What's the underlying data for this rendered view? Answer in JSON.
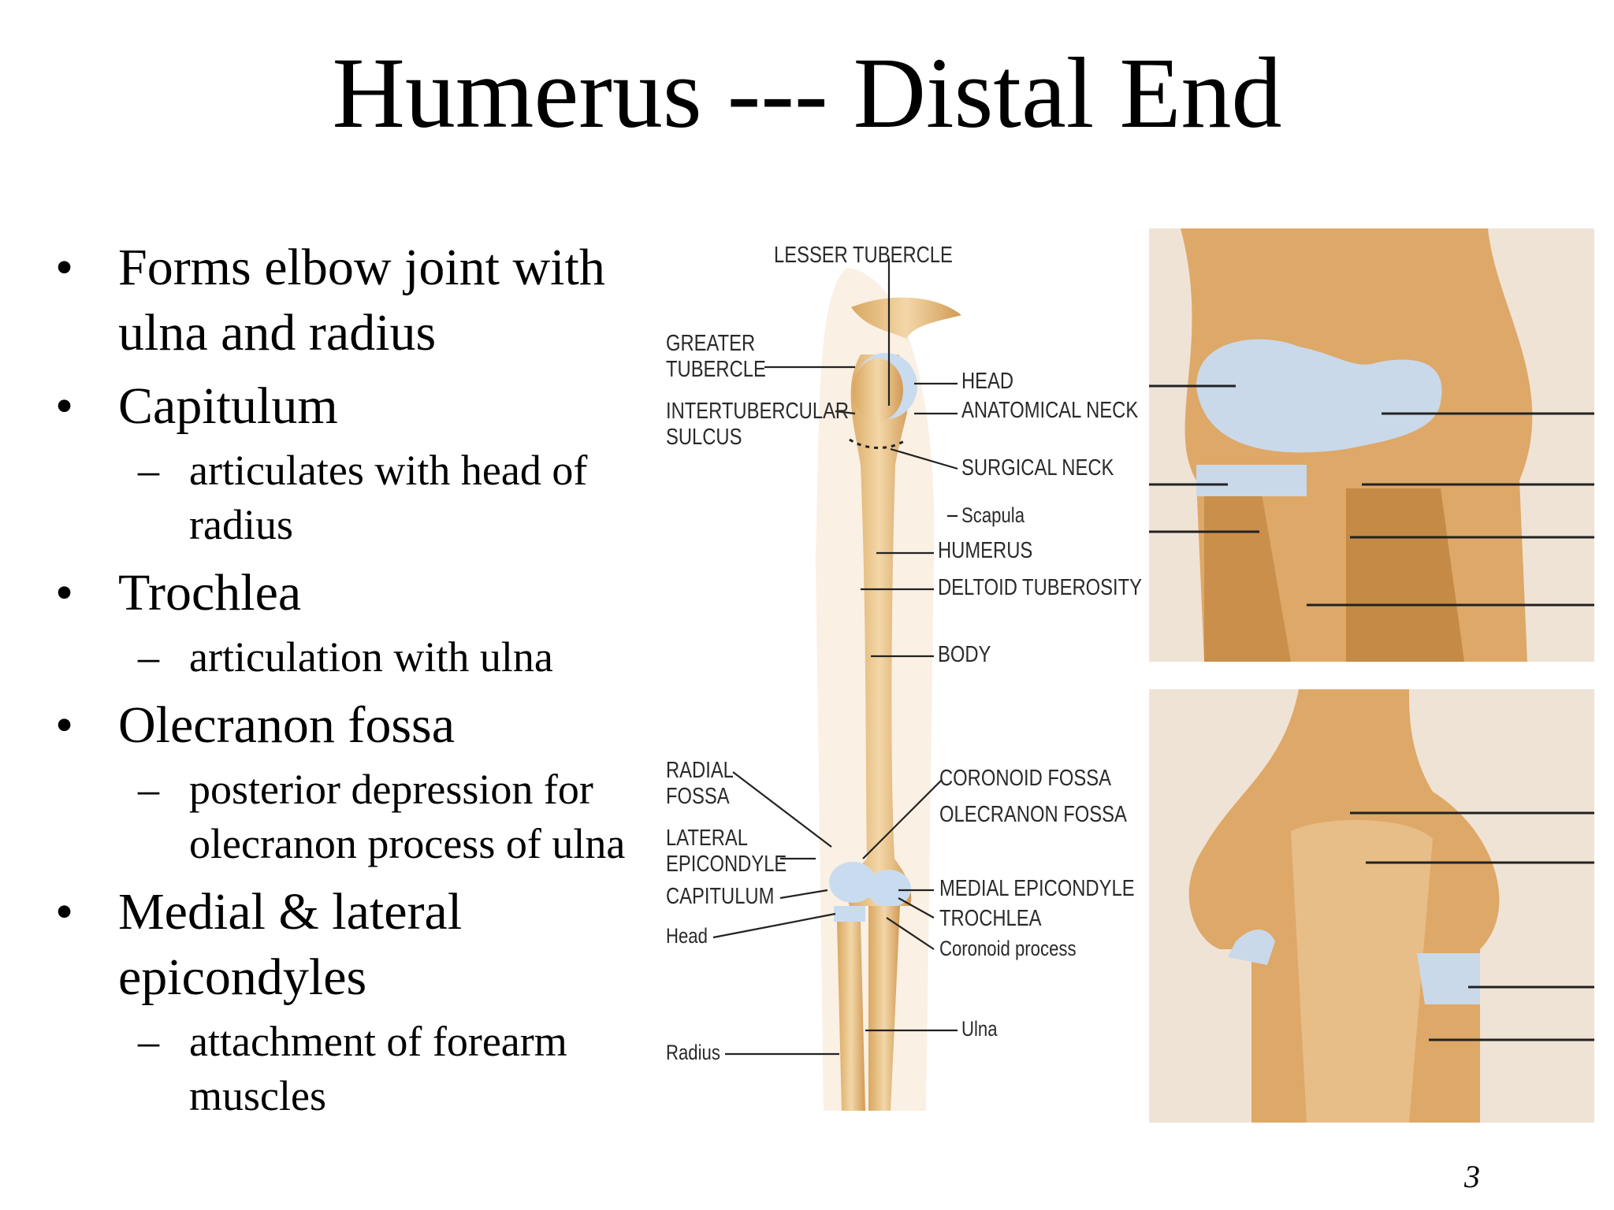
{
  "slide": {
    "title": "Humerus --- Distal End",
    "page_number": "3"
  },
  "bullets": [
    {
      "text": "Forms elbow joint with ulna and radius",
      "subs": []
    },
    {
      "text": "Capitulum",
      "subs": [
        "articulates with head of radius"
      ]
    },
    {
      "text": "Trochlea",
      "subs": [
        "articulation with ulna"
      ]
    },
    {
      "text": "Olecranon fossa",
      "subs": [
        "posterior depression for olecranon process of ulna"
      ]
    },
    {
      "text": "Medial & lateral epicondyles",
      "subs": [
        "attachment of forearm muscles"
      ]
    }
  ],
  "diagram_labels": {
    "lesser_tubercle": "LESSER TUBERCLE",
    "greater_tubercle": "GREATER\nTUBERCLE",
    "intertubercular_sulcus": "INTERTUBERCULAR\nSULCUS",
    "head": "HEAD",
    "anatomical_neck": "ANATOMICAL NECK",
    "surgical_neck": "SURGICAL NECK",
    "scapula": "Scapula",
    "humerus": "HUMERUS",
    "deltoid_tuberosity": "DELTOID TUBEROSITY",
    "body": "BODY",
    "radial_fossa": "RADIAL\nFOSSA",
    "lateral_epicondyle": "LATERAL\nEPICONDYLE",
    "capitulum": "CAPITULUM",
    "radius_head": "Head",
    "radius": "Radius",
    "coronoid_fossa": "CORONOID FOSSA",
    "olecranon_fossa": "OLECRANON FOSSA",
    "medial_epicondyle": "MEDIAL EPICONDYLE",
    "trochlea": "TROCHLEA",
    "coronoid_process": "Coronoid process",
    "ulna": "Ulna"
  }
}
